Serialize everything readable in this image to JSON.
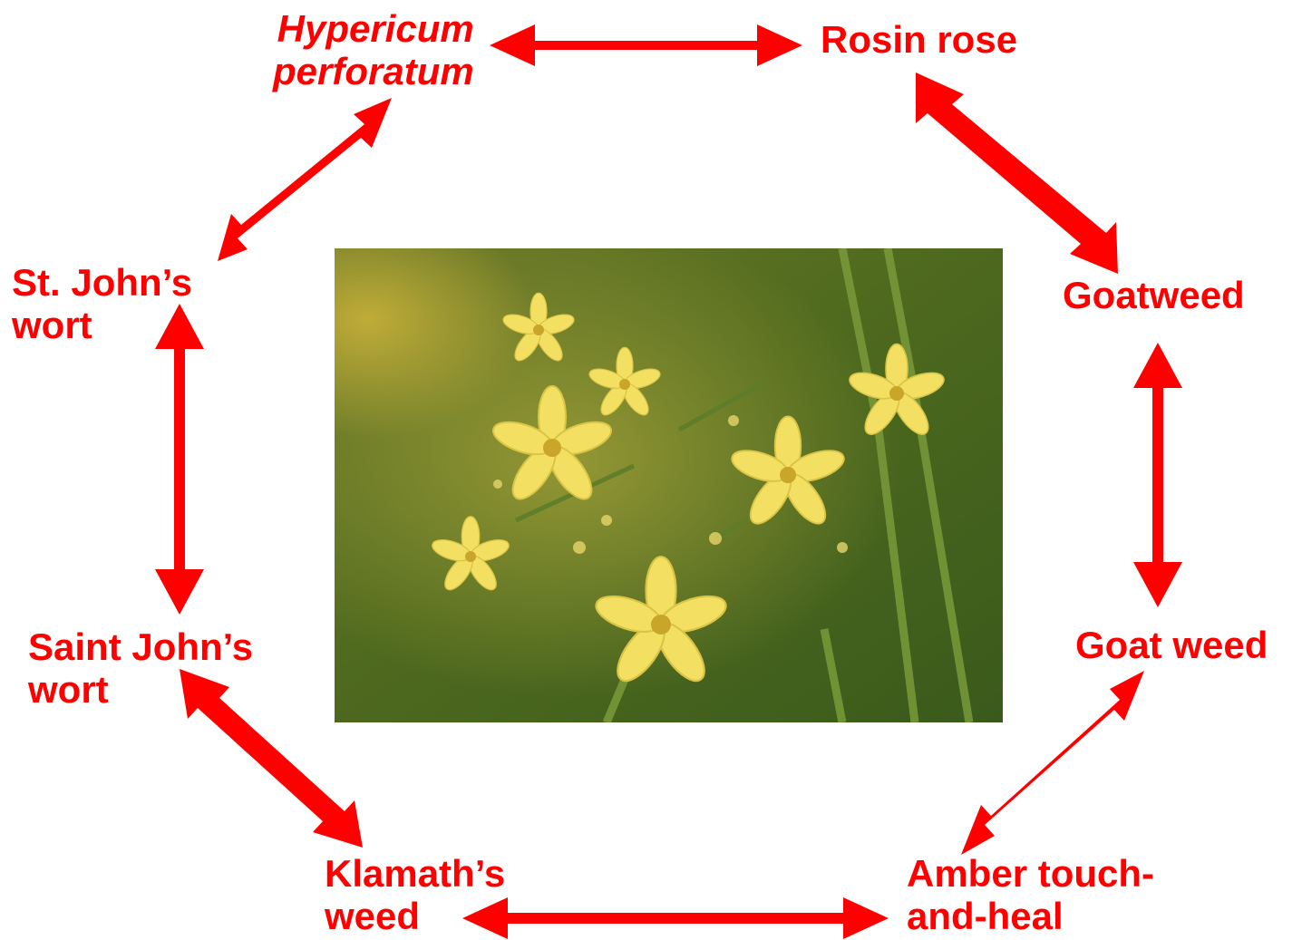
{
  "colors": {
    "accent": "#ff0000",
    "background": "#ffffff"
  },
  "labels": {
    "hypericum": "Hypericum\nperforatum",
    "rosin_rose": "Rosin rose",
    "goatweed": "Goatweed",
    "goat_weed": "Goat weed",
    "amber": "Amber touch-\nand-heal",
    "klamath": "Klamath’s\nweed",
    "saint_johns": "Saint John’s\nwort",
    "st_johns": "St. John’s\nwort"
  },
  "photo": {
    "subject": "yellow flowers"
  }
}
